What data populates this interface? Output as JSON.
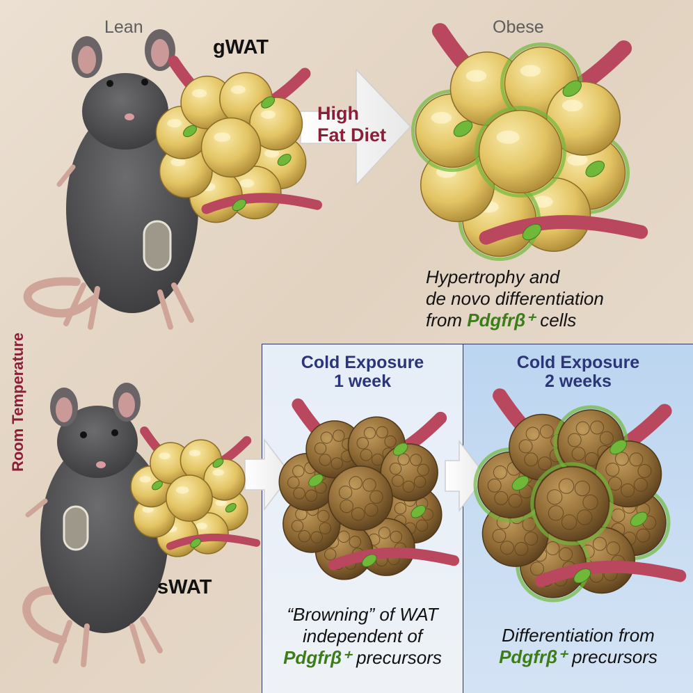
{
  "labels": {
    "lean": "Lean",
    "obese": "Obese",
    "gwat": "gWAT",
    "swat": "sWAT",
    "diet_line1": "High",
    "diet_line2": "Fat Diet",
    "room_temperature": "Room Temperature"
  },
  "obese_caption": {
    "line1": "Hypertrophy and",
    "line2": "de novo differentiation",
    "line3_prefix": "from ",
    "line3_marker": "Pdgfrβ⁺",
    "line3_suffix": " cells"
  },
  "panels": [
    {
      "title_line1": "Cold Exposure",
      "title_line2": "1 week",
      "caption_line1": "“Browning” of WAT",
      "caption_line2": "independent of",
      "caption_marker": "Pdgfrβ⁺",
      "caption_suffix": " precursors"
    },
    {
      "title_line1": "Cold Exposure",
      "title_line2": "2 weeks",
      "caption_line1": "Differentiation from",
      "caption_marker": "Pdgfrβ⁺",
      "caption_suffix": " precursors"
    }
  ],
  "colors": {
    "white_fat": "#e3c463",
    "brown_fat": "#8f6a35",
    "vessel": "#b9475e",
    "pdgfr_cell": "#6fb83a",
    "accent_text": "#8a2038",
    "panel_title": "#2b3578"
  }
}
